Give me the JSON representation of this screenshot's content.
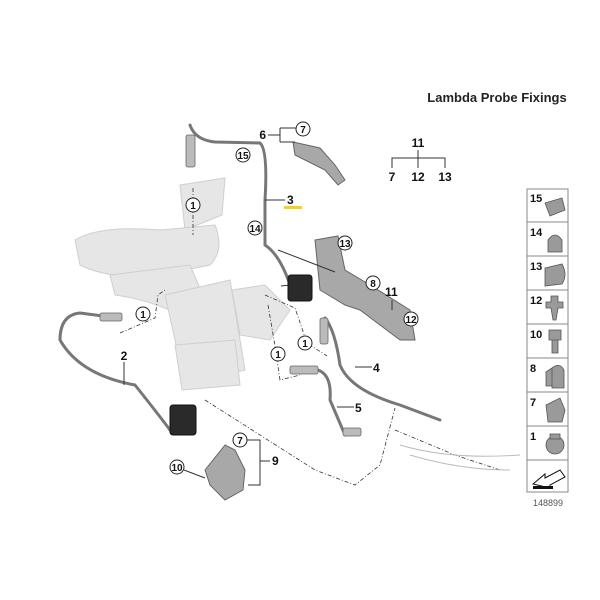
{
  "title": "Lambda Probe Fixings",
  "catalog_number": "148899",
  "callouts": {
    "c15": "15",
    "c7a": "7",
    "c6": "6",
    "c3": "3",
    "c14": "14",
    "c13": "13",
    "c8": "8",
    "c11": "11",
    "c12": "12",
    "c1a": "1",
    "c1b": "1",
    "c1c": "1",
    "c1d": "1",
    "c2": "2",
    "c4": "4",
    "c5": "5",
    "c7b": "7",
    "c9": "9",
    "c10": "10"
  },
  "assembly_tree": {
    "parent": "11",
    "children": [
      "7",
      "12",
      "13"
    ]
  },
  "legend": [
    {
      "number": "15",
      "icon": "clip-15-icon"
    },
    {
      "number": "14",
      "icon": "cable-holder-icon"
    },
    {
      "number": "13",
      "icon": "cable-clip-icon"
    },
    {
      "number": "12",
      "icon": "expanding-rivet-icon"
    },
    {
      "number": "10",
      "icon": "hex-bolt-icon"
    },
    {
      "number": "8",
      "icon": "bracket-clip-icon"
    },
    {
      "number": "7",
      "icon": "spring-nut-icon"
    },
    {
      "number": "1",
      "icon": "collar-nut-icon"
    }
  ],
  "colors": {
    "highlight": "#f5d020",
    "cable": "#777777",
    "ghost": "#e6e6e6"
  }
}
